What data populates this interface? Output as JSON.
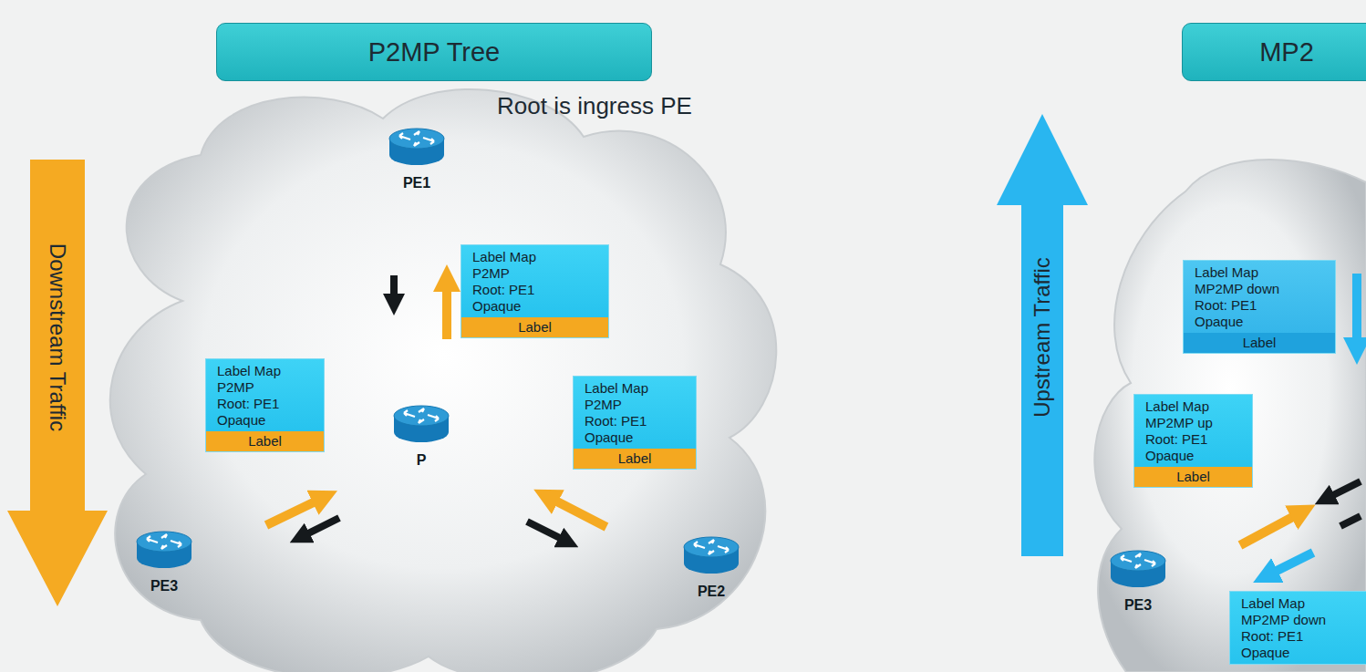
{
  "diagram": {
    "nodes": [
      {
        "text": [
          "P2MP Tree"
        ]
      },
      {
        "text": [
          "MP2"
        ]
      },
      {
        "text": [
          "PE1"
        ]
      },
      {
        "text": [
          "Label Map",
          "P2MP",
          "Root: PE1",
          "Opaque",
          "Label"
        ]
      },
      {
        "text": [
          "Label Map",
          "P2MP",
          "Root: PE1",
          "Opaque",
          "Label"
        ]
      },
      {
        "text": [
          "P"
        ]
      },
      {
        "text": [
          "Label Map",
          "P2MP",
          "Root: PE1",
          "Opaque",
          "Label"
        ]
      },
      {
        "text": [
          "PE3"
        ]
      },
      {
        "text": [
          "PE2"
        ]
      },
      {
        "text": [
          "Label Map",
          "MP2MP down",
          "Root: PE1",
          "Opaque",
          "Label"
        ]
      },
      {
        "text": [
          "Label Map",
          "MP2MP up",
          "Root: PE1",
          "Opaque",
          "Label"
        ]
      },
      {
        "text": [
          "PE3"
        ]
      },
      {
        "text": [
          "Label Map",
          "MP2MP down",
          "Root: PE1",
          "Opaque"
        ]
      }
    ],
    "labels": [
      "Root is ingress PE",
      "Downstream Traffic",
      "Upstream Traffic"
    ]
  }
}
